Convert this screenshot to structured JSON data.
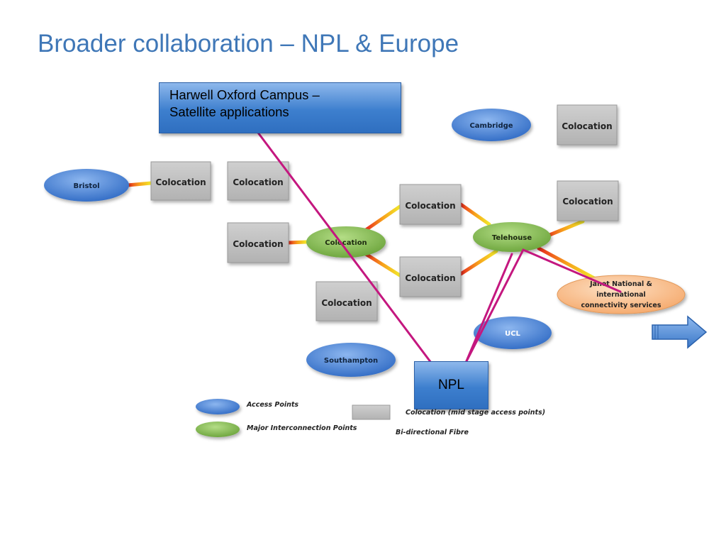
{
  "title": "Broader collaboration – NPL & Europe",
  "callouts": {
    "harwell": {
      "line1": "Harwell Oxford Campus –",
      "line2": "Satellite applications"
    },
    "npl": "NPL"
  },
  "nodes": {
    "bristol": "Bristol",
    "cambridge": "Cambridge",
    "southampton": "Southampton",
    "ucl": "UCL",
    "major_colocation": "Colocation",
    "telehouse": "Telehouse",
    "janet": [
      "Janet National &",
      "international",
      "connectivity services"
    ],
    "colocation_label": "Colocation"
  },
  "legend": {
    "access_points": "Access Points",
    "major_interconnection": "Major Interconnection Points",
    "colocation": "Colocation (mid stage access points)",
    "fibre": "Bi-directional Fibre"
  },
  "colors": {
    "access_point": "#4a83d6",
    "major_point": "#7fb84a",
    "colocation_box": "#bdbdbd",
    "janet": "#f5b27a",
    "npl_link": "#c4177f",
    "title": "#3f77b7",
    "fibre": [
      "#e8281e",
      "#f7a21b",
      "#f2e82a"
    ]
  },
  "icons": {
    "next": "arrow-right-icon"
  }
}
